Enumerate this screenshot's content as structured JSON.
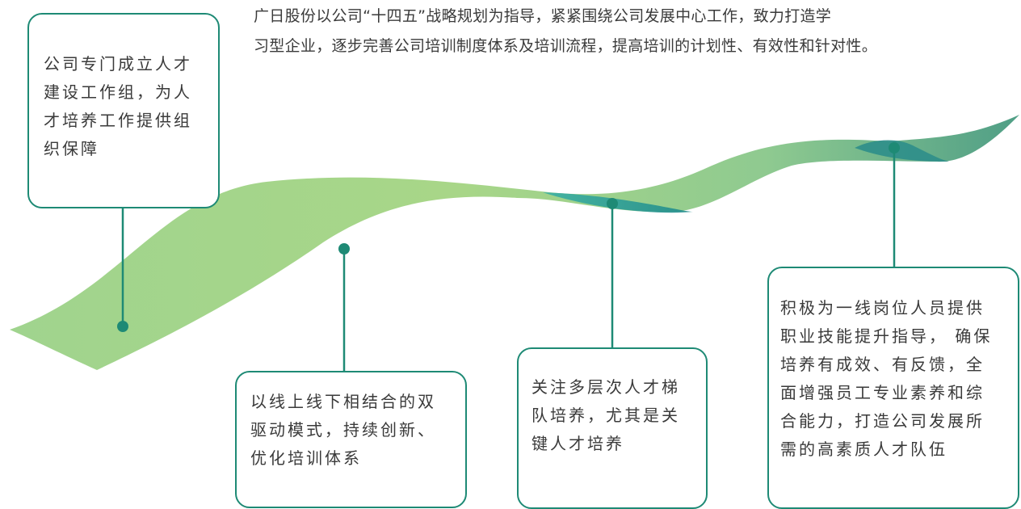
{
  "intro": {
    "line1": "广日股份以公司“十四五”战略规划为指导，紧紧围绕公司发展中心工作，致力打造学",
    "line2": "习型企业，逐步完善公司培训制度体系及培训流程，提高培训的计划性、有效性和针对性。"
  },
  "boxes": [
    {
      "lines": [
        "公司专门成立人才",
        "建设工作组，为人",
        "才培养工作提供组",
        "织保障"
      ]
    },
    {
      "lines": [
        "以线上线下相结合的双",
        "驱动模式，持续创新、",
        "优化培训体系"
      ]
    },
    {
      "lines": [
        "关注多层次人才梯",
        "队培养，尤其是关",
        "键人才培养"
      ]
    },
    {
      "lines": [
        "积极为一线岗位人员提供",
        "职业技能提升指导， 确保",
        "培养有成效、有反馈，全",
        "面增强员工专业素养和综",
        "合能力，打造公司发展所",
        "需的高素质人才队伍"
      ]
    }
  ],
  "colors": {
    "accent": "#1e8a75",
    "ribbon_light": "#9ccf88",
    "ribbon_dark": "#3a9588",
    "fold_teal": "#2a9a9a"
  }
}
